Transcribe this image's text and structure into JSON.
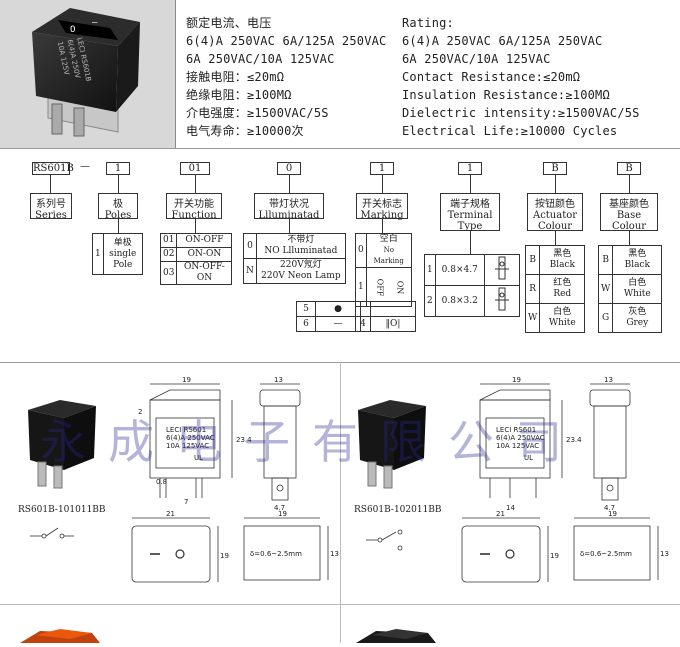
{
  "header": {
    "chinese_specs": [
      "额定电流、电压",
      "6(4)A 250VAC 6A/125A 250VAC",
      "6A  250VAC/10A  125VAC",
      "接触电阻：≤20mΩ",
      "绝缘电阻：≥100MΩ",
      "介电强度：≥1500VAC/5S",
      "电气寿命：≥10000次"
    ],
    "english_specs": [
      "Rating:",
      "6(4)A 250VAC 6A/125A 250VAC",
      "6A  250VAC/10A  125VAC",
      "Contact  Resistance:≤20mΩ",
      "Insulation  Resistance:≥100MΩ",
      "Dielectric intensity:≥1500VAC/5S",
      "Electrical Life:≥10000 Cycles"
    ],
    "switch_marks": {
      "on": "—",
      "off": "O",
      "brand": "LECI  RS601B",
      "rating1": "6(4)A 250V",
      "rating2": "10A 125V"
    }
  },
  "code": {
    "segments": [
      {
        "value": "RS601B",
        "cn": "系列号",
        "en": "Series"
      },
      {
        "value": "1",
        "cn": "极",
        "en": "Poles"
      },
      {
        "value": "01",
        "cn": "开关功能",
        "en": "Function"
      },
      {
        "value": "0",
        "cn": "带灯状况",
        "en": "Llluminatad"
      },
      {
        "value": "1",
        "cn": "开关标志",
        "en": "Marking"
      },
      {
        "value": "1",
        "cn": "端子规格",
        "en": "Terminal Type"
      },
      {
        "value": "B",
        "cn": "按钮颜色",
        "en": "Actuator Colour"
      },
      {
        "value": "B",
        "cn": "基座颜色",
        "en": "Base Colour"
      }
    ],
    "dash": "—",
    "poles": {
      "num": "1",
      "cn": "单极",
      "en1": "single",
      "en2": "Pole"
    },
    "functions": [
      [
        "01",
        "ON-OFF"
      ],
      [
        "02",
        "ON-ON"
      ],
      [
        "03",
        "ON-OFF-ON"
      ]
    ],
    "illumination": [
      [
        "0",
        "不带灯",
        "NO Llluminatad"
      ],
      [
        "N",
        "220V氖灯",
        "220V Neon Lamp"
      ]
    ],
    "marking": [
      [
        "0",
        "空白",
        "No Marking"
      ],
      [
        "1",
        "OFF",
        "ON"
      ],
      [
        "5",
        "●"
      ],
      [
        "6",
        "—"
      ],
      [
        "4",
        "‖O|"
      ]
    ],
    "terminal": [
      [
        "1",
        "0.8×4.7"
      ],
      [
        "2",
        "0.8×3.2"
      ]
    ],
    "actuator": [
      [
        "B",
        "黑色",
        "Black"
      ],
      [
        "R",
        "红色",
        "Red"
      ],
      [
        "W",
        "白色",
        "White"
      ]
    ],
    "base": [
      [
        "B",
        "黑色",
        "Black"
      ],
      [
        "W",
        "白色",
        "White"
      ],
      [
        "G",
        "灰色",
        "Grey"
      ]
    ]
  },
  "drawings": {
    "left_model": "RS601B-101011BB",
    "right_model": "RS601B-102011BB",
    "watermark": "永成电子有限公司",
    "dims": {
      "w19": "19",
      "w21": "21",
      "h13": "13",
      "h23": "23.4",
      "d2": "2",
      "t08": "0.8",
      "t7": "7",
      "t47": "4.7",
      "t14": "14",
      "panel": "δ=0.6~2.5mm",
      "ul": "UL",
      "body1": "LECI  RS601",
      "body2": "6(4)A 250VAC",
      "body3": "10A 125VAC"
    }
  }
}
